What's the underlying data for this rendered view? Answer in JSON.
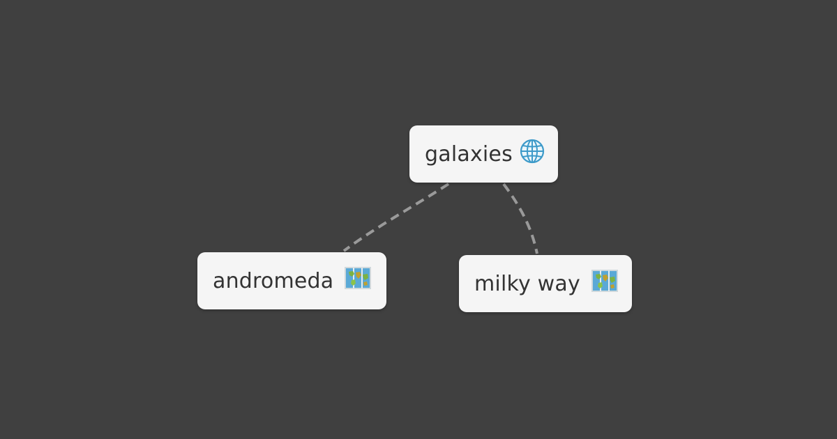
{
  "background_color": "#404040",
  "node_color": "#f5f5f5",
  "edge_color": "#9a9a9a",
  "nodes": {
    "galaxies": {
      "label": "galaxies",
      "icon": "globe-icon"
    },
    "andromeda": {
      "label": "andromeda",
      "icon": "world-map-icon"
    },
    "milky_way": {
      "label": "milky way",
      "icon": "world-map-icon"
    }
  },
  "edges": [
    {
      "from": "galaxies",
      "to": "andromeda",
      "style": "dashed"
    },
    {
      "from": "galaxies",
      "to": "milky_way",
      "style": "dashed"
    }
  ]
}
